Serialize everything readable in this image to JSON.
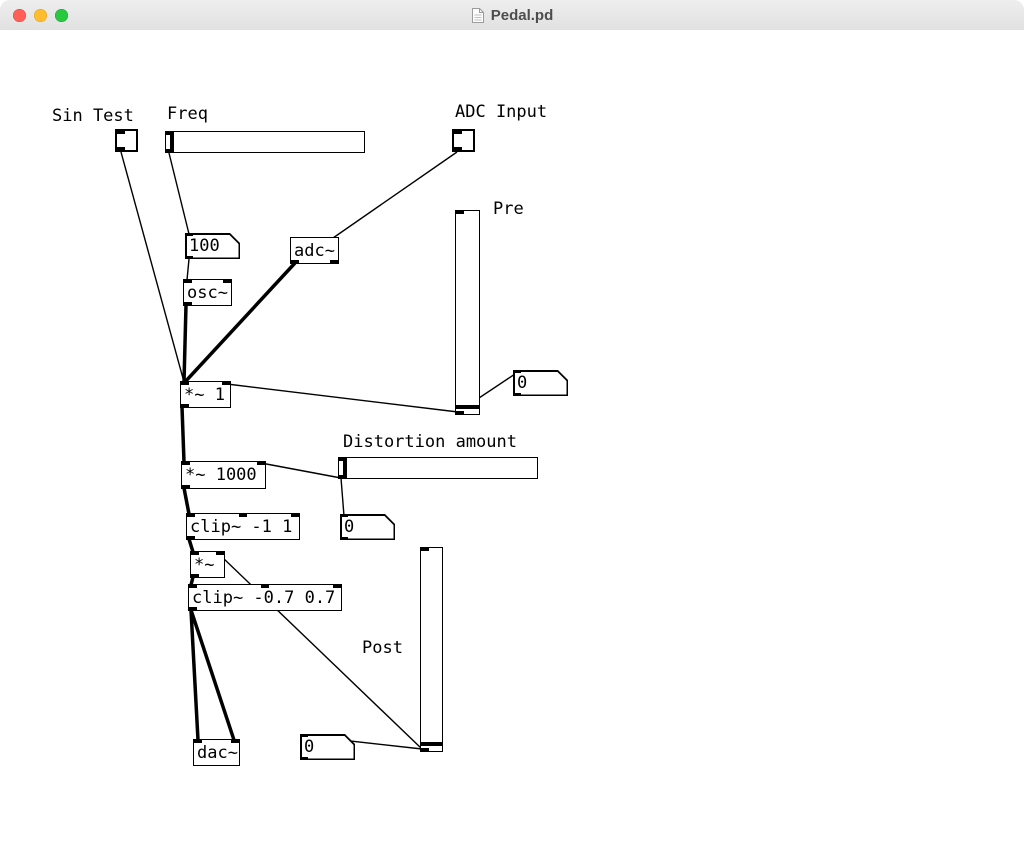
{
  "window": {
    "title": "Pedal.pd"
  },
  "comments": {
    "sin_test": "Sin Test",
    "freq": "Freq",
    "adc_input": "ADC Input",
    "pre": "Pre",
    "distortion_amount": "Distortion amount",
    "post": "Post"
  },
  "objects": {
    "num_freq": "100",
    "adc": "adc~",
    "osc": "osc~",
    "mul_pre": "*~ 1",
    "num_pre": "0",
    "mul_dist": "*~ 1000",
    "clip_hard": "clip~ -1 1",
    "num_dist": "0",
    "mul_post": "*~",
    "clip_soft": "clip~ -0.7 0.7",
    "dac": "dac~",
    "num_post": "0"
  },
  "colors": {
    "traffic_close": "#ff5f57",
    "traffic_minimize": "#febc2e",
    "traffic_zoom": "#28c840",
    "cord": "#000000",
    "canvas_bg": "#ffffff"
  }
}
